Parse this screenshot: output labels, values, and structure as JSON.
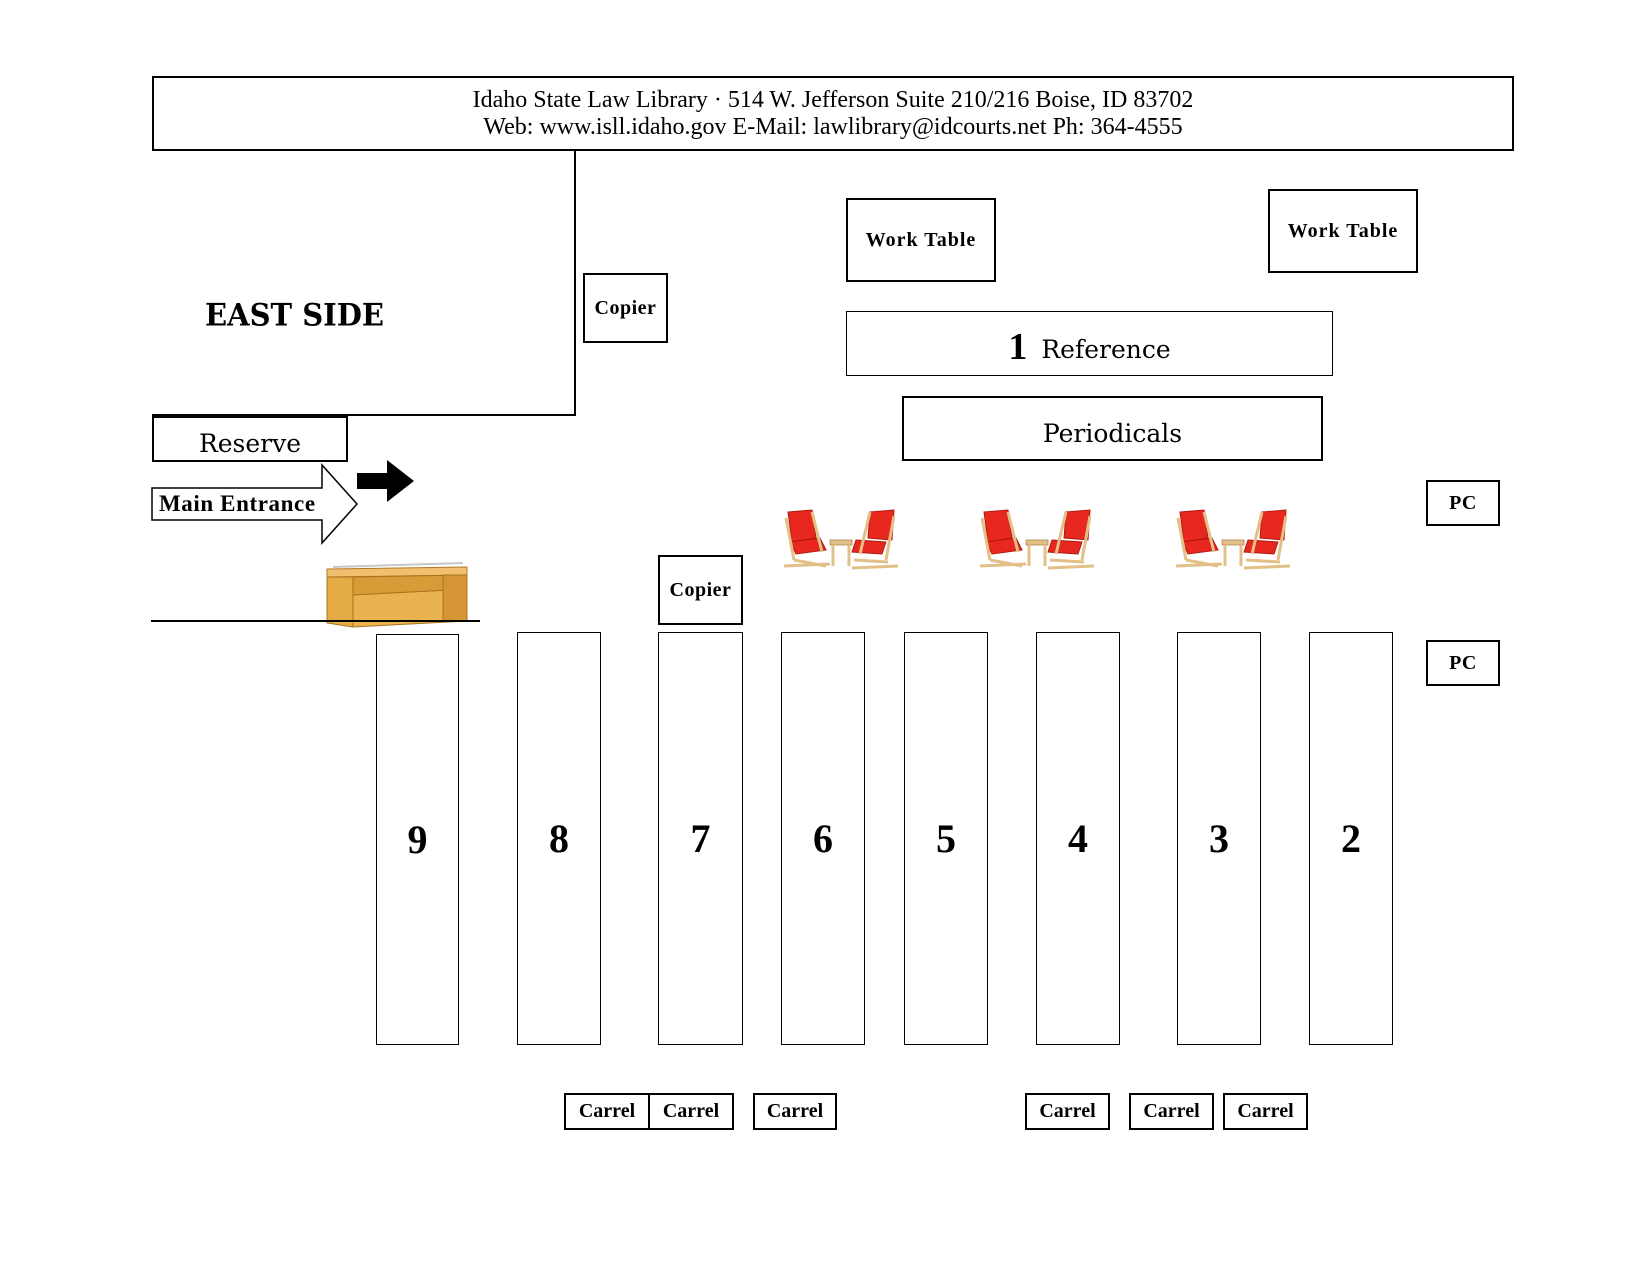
{
  "header": {
    "line1": "Idaho State Law Library · 514 W. Jefferson Suite 210/216 Boise, ID  83702",
    "line2": "Web: www.isll.idaho.gov  E-Mail: lawlibrary@idcourts.net  Ph:  364-4555"
  },
  "areas": {
    "east_side": "EAST SIDE",
    "reserve": "Reserve",
    "main_entrance": "Main Entrance",
    "copier_top": "Copier",
    "copier_mid": "Copier",
    "work_table_1": "Work Table",
    "work_table_2": "Work Table",
    "reference_number": "1",
    "reference": "Reference",
    "periodicals": "Periodicals",
    "pc_1": "PC",
    "pc_2": "PC"
  },
  "stacks": [
    "9",
    "8",
    "7",
    "6",
    "5",
    "4",
    "3",
    "2"
  ],
  "carrels": [
    "Carrel",
    "Carrel",
    "Carrel",
    "Carrel",
    "Carrel",
    "Carrel"
  ],
  "colors": {
    "chair": "#e8281e",
    "chair_frame": "#e9c98e",
    "desk": "#e5ac45"
  }
}
